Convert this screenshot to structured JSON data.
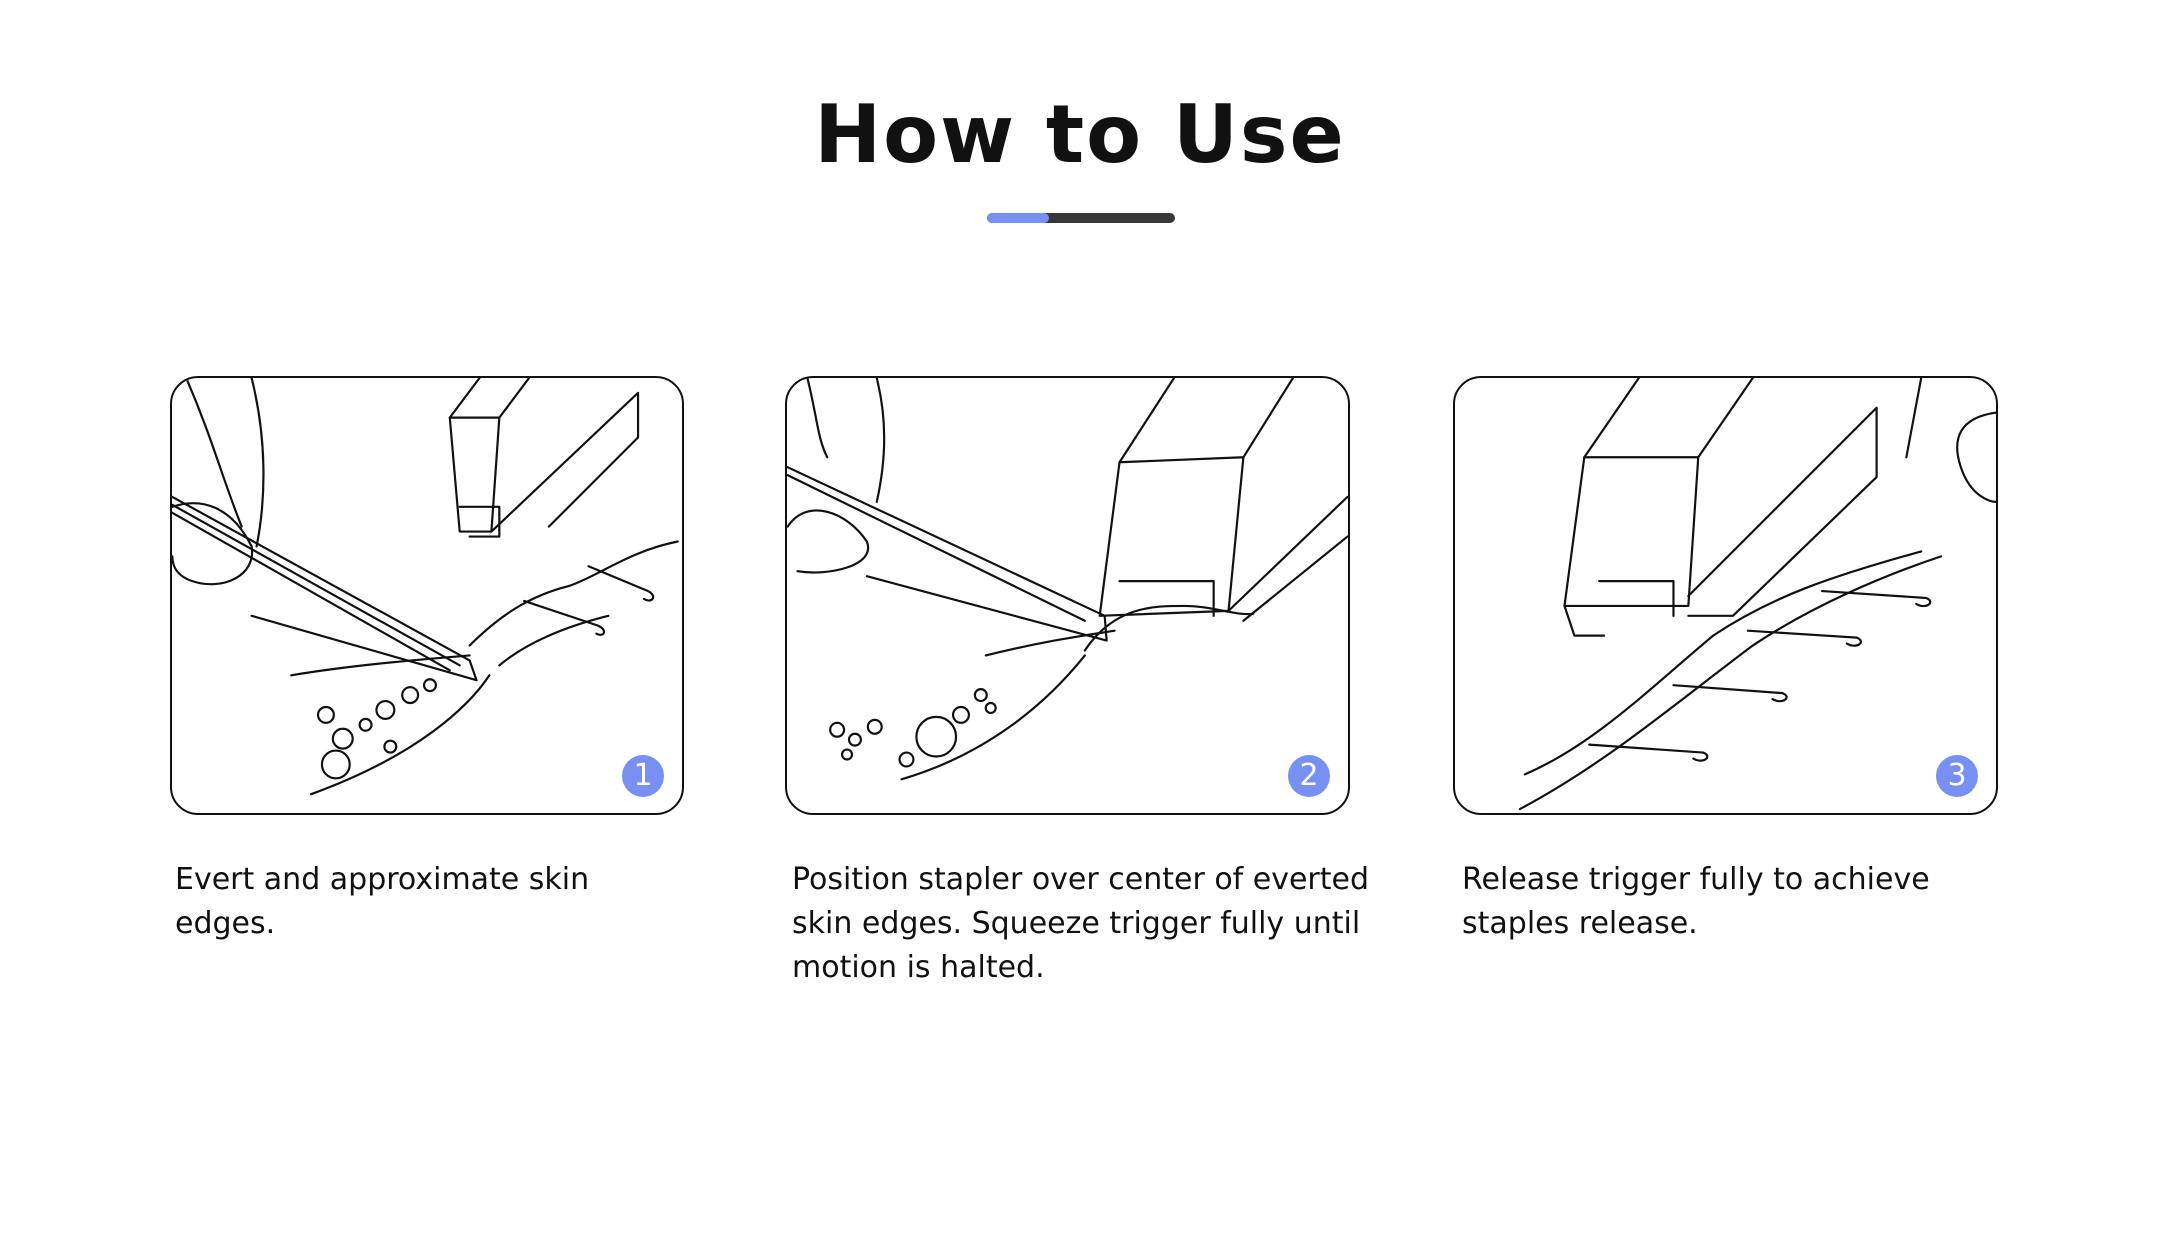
{
  "header": {
    "title": "How to Use"
  },
  "progress": {
    "value_percent": 33,
    "fill_color": "#7790f2",
    "track_color": "#383838"
  },
  "badge_color": "#7790f2",
  "steps": [
    {
      "number": "1",
      "caption": "Evert and approximate skin edges."
    },
    {
      "number": "2",
      "caption": "Position stapler over center of everted skin edges. Squeeze trigger fully until motion is halted."
    },
    {
      "number": "3",
      "caption": "Release trigger fully to achieve staples release."
    }
  ]
}
